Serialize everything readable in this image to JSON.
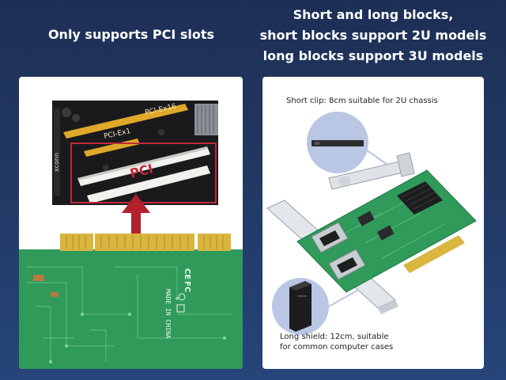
{
  "left_panel": {
    "heading": "Only supports PCI slots",
    "slot_labels": {
      "pcie_x16": "PCI-Ex16",
      "pcie_x1": "PCI-Ex1",
      "pci": "PCI"
    },
    "board_marks": {
      "made_in_china": "MADE IN CHINA",
      "ce": "CE",
      "fc": "FC"
    }
  },
  "right_panel": {
    "heading_lines": [
      "Short and long blocks,",
      "short blocks support 2U models",
      "long blocks support 3U models"
    ],
    "short_clip_caption": "Short clip: 8cm suitable for 2U chassis",
    "long_shield_caption_lines": [
      "Long shield: 12cm, suitable",
      "for common computer cases"
    ]
  },
  "colors": {
    "background": "#223a66",
    "panel": "#ffffff",
    "pcb_green": "#2f9a5a",
    "gold_contacts": "#d8b640",
    "arrow_red": "#b3202c",
    "highlight_red": "#c0283a",
    "bubble": "#b9c6e4"
  },
  "icons": [
    "red-up-arrow-icon",
    "rj45-port-icon",
    "heatsink-icon",
    "pc-tower-icon",
    "low-profile-bracket-icon"
  ]
}
